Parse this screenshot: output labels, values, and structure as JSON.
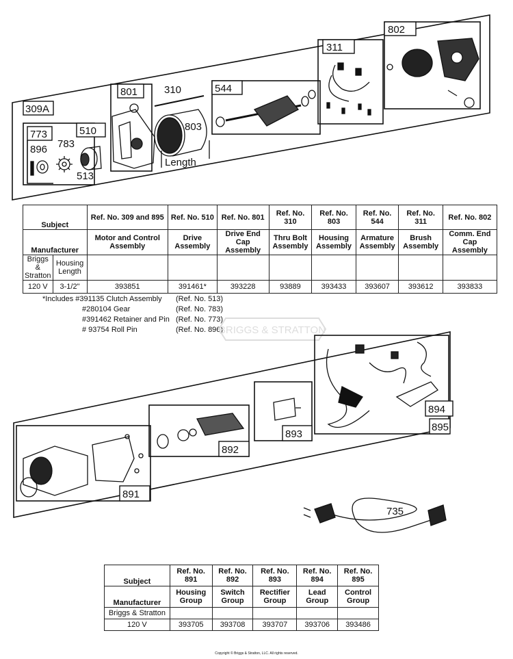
{
  "parts": {
    "top": [
      "309A",
      "773",
      "896",
      "783",
      "510",
      "513",
      "801",
      "310",
      "803",
      "Length",
      "544",
      "311",
      "802"
    ],
    "bottom": [
      "891",
      "892",
      "893",
      "894",
      "895",
      "735"
    ]
  },
  "watermark": "BRIGGS & STRATTON",
  "table1": {
    "subject": "Subject",
    "manufacturer": "Manufacturer",
    "brand": "Briggs & Stratton",
    "housing_length": "Housing Length",
    "refs": [
      "Ref. No. 309 and 895",
      "Ref. No. 510",
      "Ref. No. 801",
      "Ref. No. 310",
      "Ref. No. 803",
      "Ref. No. 544",
      "Ref. No. 311",
      "Ref. No. 802"
    ],
    "names": [
      "Motor and Control Assembly",
      "Drive Assembly",
      "Drive End Cap Assembly",
      "Thru Bolt Assembly",
      "Housing Assembly",
      "Armature Assembly",
      "Brush Assembly",
      "Comm. End Cap Assembly"
    ],
    "voltage": "120 V",
    "length": "3-1/2\"",
    "values": [
      "393851",
      "391461*",
      "393228",
      "93889",
      "393433",
      "393607",
      "393612",
      "393833"
    ]
  },
  "footnote": [
    {
      "a": "*Includes #391135 Clutch Assembly",
      "b": "(Ref. No. 513)"
    },
    {
      "a": "#280104 Gear",
      "b": "(Ref. No. 783)"
    },
    {
      "a": "#391462 Retainer and Pin",
      "b": "(Ref. No. 773)"
    },
    {
      "a": "#  93754 Roll Pin",
      "b": "(Ref. No. 896)"
    }
  ],
  "table2": {
    "subject": "Subject",
    "manufacturer": "Manufacturer",
    "brand": "Briggs & Stratton",
    "refs": [
      "Ref. No. 891",
      "Ref. No. 892",
      "Ref. No. 893",
      "Ref. No. 894",
      "Ref. No. 895"
    ],
    "names": [
      "Housing Group",
      "Switch Group",
      "Rectifier Group",
      "Lead Group",
      "Control Group"
    ],
    "voltage": "120 V",
    "values": [
      "393705",
      "393708",
      "393707",
      "393706",
      "393486"
    ]
  },
  "copyright": "Copyright © Briggs & Stratton, LLC. All rights reserved."
}
